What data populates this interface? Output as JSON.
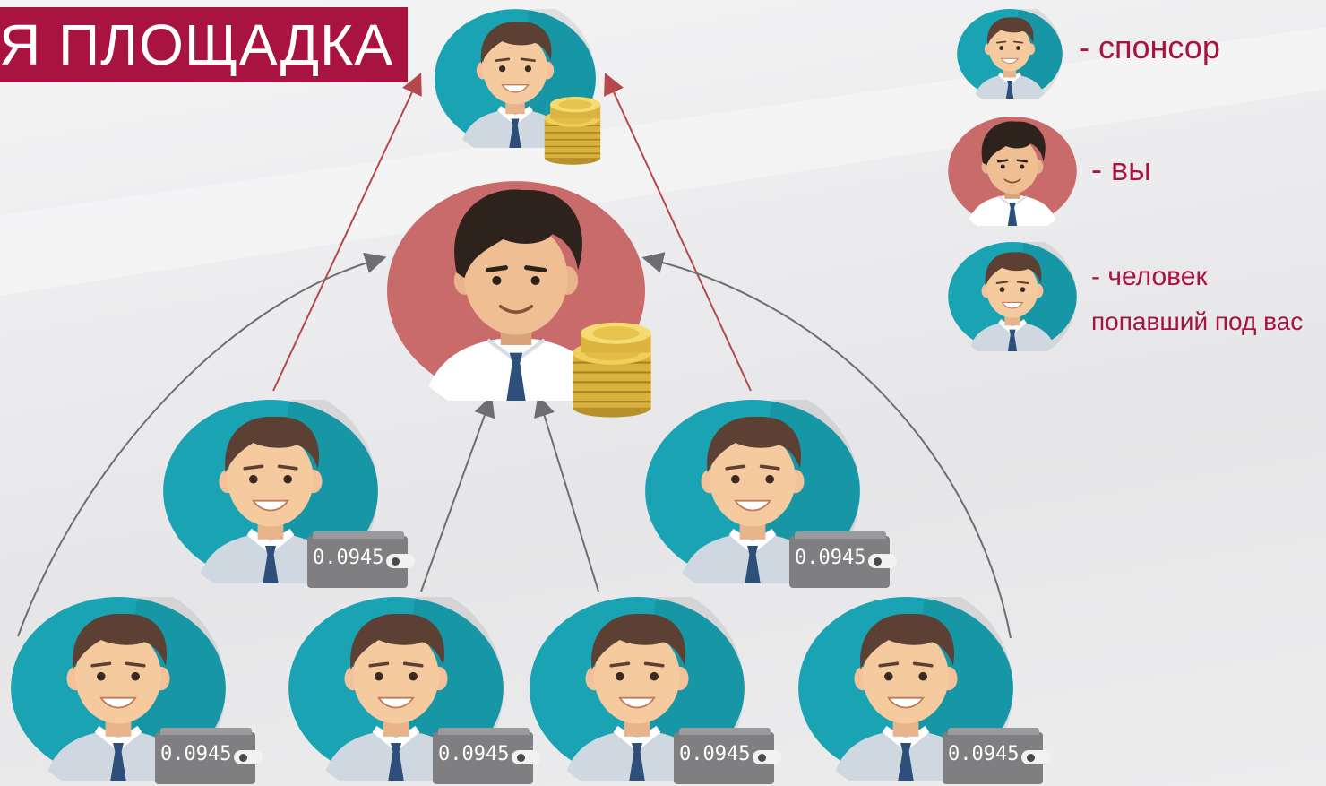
{
  "title": "Я ПЛОЩАДКА",
  "legend": {
    "sponsor": "- спонсор",
    "you": "- вы",
    "person_line1": "- человек",
    "person_line2": "попавший под вас"
  },
  "wallets": {
    "w1": "0.0945",
    "w2": "0.0945",
    "w3": "0.0945",
    "w4": "0.0945",
    "w5": "0.0945",
    "w6": "0.0945"
  },
  "colors": {
    "brand": "#a8133f",
    "teal": "#1aa3b3",
    "salmon": "#c96b6a",
    "arrow_red": "#b5484c",
    "arrow_gray": "#6e6e70"
  },
  "icons": {
    "person": "person-avatar-icon",
    "coins": "coin-stack-icon",
    "wallet": "wallet-icon"
  }
}
